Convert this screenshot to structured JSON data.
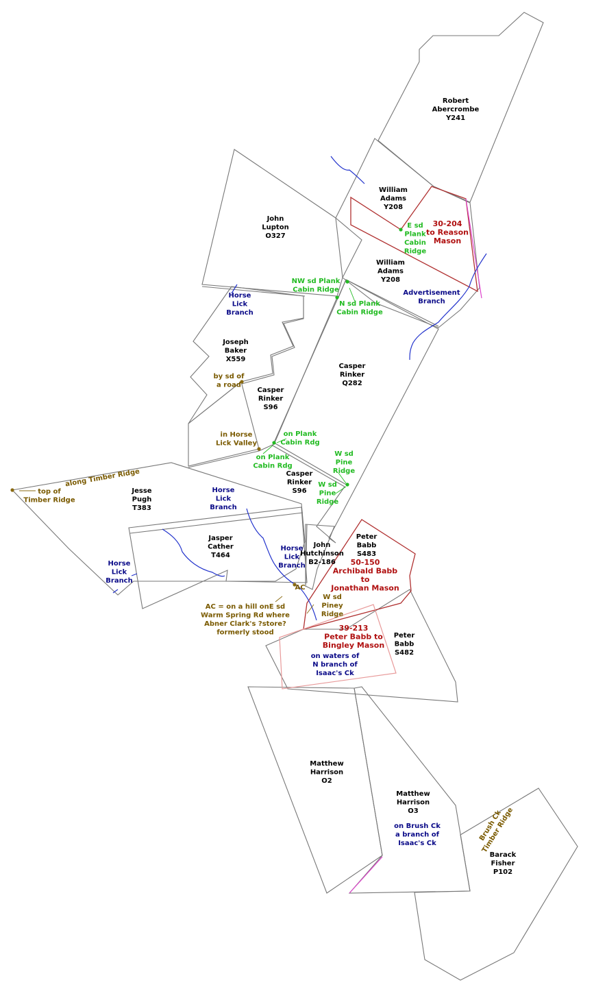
{
  "colors": {
    "boundary": "#777777",
    "deed_red": "#b03030",
    "deed_pink": "#e89a9a",
    "magenta": "#dd44cc",
    "stream": "#2233cc",
    "point_green": "#22bb22",
    "point_brown": "#8a6a10"
  },
  "tracts": [
    {
      "id": "abercrombe",
      "lines": [
        "Robert",
        "Abercrombe",
        "Y241"
      ]
    },
    {
      "id": "adams-1",
      "lines": [
        "William",
        "Adams",
        "Y208"
      ]
    },
    {
      "id": "adams-2",
      "lines": [
        "William",
        "Adams",
        "Y208"
      ]
    },
    {
      "id": "lupton",
      "lines": [
        "John",
        "Lupton",
        "O327"
      ]
    },
    {
      "id": "baker",
      "lines": [
        "Joseph",
        "Baker",
        "X559"
      ]
    },
    {
      "id": "rinker-q282",
      "lines": [
        "Casper",
        "Rinker",
        "Q282"
      ]
    },
    {
      "id": "rinker-s96-a",
      "lines": [
        "Casper",
        "Rinker",
        "S96"
      ]
    },
    {
      "id": "rinker-s96-b",
      "lines": [
        "Casper",
        "Rinker",
        "S96"
      ]
    },
    {
      "id": "pugh",
      "lines": [
        "Jesse",
        "Pugh",
        "T383"
      ]
    },
    {
      "id": "cather",
      "lines": [
        "Jasper",
        "Cather",
        "T464"
      ]
    },
    {
      "id": "hutchinson",
      "lines": [
        "John",
        "Hutchinson",
        "B2-186"
      ]
    },
    {
      "id": "babb-s483",
      "lines": [
        "Peter",
        "Babb",
        "S483"
      ]
    },
    {
      "id": "babb-s482",
      "lines": [
        "Peter",
        "Babb",
        "S482"
      ]
    },
    {
      "id": "harrison-o2",
      "lines": [
        "Matthew",
        "Harrison",
        "O2"
      ]
    },
    {
      "id": "harrison-o3",
      "lines": [
        "Matthew",
        "Harrison",
        "O3"
      ]
    },
    {
      "id": "fisher",
      "lines": [
        "Barack",
        "Fisher",
        "P102"
      ]
    }
  ],
  "deeds": [
    {
      "id": "deed-30-204",
      "lines": [
        "30-204",
        "to Reason",
        "Mason"
      ]
    },
    {
      "id": "deed-50-150",
      "lines": [
        "50-150",
        "Archibald Babb",
        "to",
        "Jonathan Mason"
      ]
    },
    {
      "id": "deed-39-213",
      "lines": [
        "39-213",
        "Peter Babb to",
        "Bingley Mason"
      ]
    }
  ],
  "green_notes": [
    {
      "id": "e-sd-plank",
      "lines": [
        "E sd",
        "Plank",
        "Cabin",
        "Ridge"
      ]
    },
    {
      "id": "nw-sd-plank",
      "lines": [
        "NW sd Plank",
        "Cabin Ridge"
      ]
    },
    {
      "id": "n-sd-plank",
      "lines": [
        "N sd Plank",
        "Cabin Ridge"
      ]
    },
    {
      "id": "on-plank-1",
      "lines": [
        "on Plank",
        "Cabin Rdg"
      ]
    },
    {
      "id": "on-plank-2",
      "lines": [
        "on Plank",
        "Cabin Rdg"
      ]
    },
    {
      "id": "w-sd-pine-1",
      "lines": [
        "W sd",
        "Pine",
        "Ridge"
      ]
    },
    {
      "id": "w-sd-pine-2",
      "lines": [
        "W sd",
        "Pine",
        "Ridge"
      ]
    }
  ],
  "blue_notes": [
    {
      "id": "horse-lick-1",
      "lines": [
        "Horse",
        "Lick",
        "Branch"
      ]
    },
    {
      "id": "advertisement",
      "lines": [
        "Advertisement",
        "Branch"
      ]
    },
    {
      "id": "horse-lick-2",
      "lines": [
        "Horse",
        "Lick",
        "Branch"
      ]
    },
    {
      "id": "horse-lick-3",
      "lines": [
        "Horse",
        "Lick",
        "Branch"
      ]
    },
    {
      "id": "horse-lick-4",
      "lines": [
        "Horse",
        "Lick",
        "Branch"
      ]
    },
    {
      "id": "isaacs-ck",
      "lines": [
        "on waters of",
        "N branch of",
        "Isaac's Ck"
      ]
    },
    {
      "id": "brush-ck",
      "lines": [
        "on Brush Ck",
        "a branch of",
        "Isaac's Ck"
      ]
    }
  ],
  "brown_notes": [
    {
      "id": "road",
      "lines": [
        "by sd of",
        "a road"
      ]
    },
    {
      "id": "valley",
      "lines": [
        "in Horse",
        "Lick Valley"
      ]
    },
    {
      "id": "along-timber",
      "lines": [
        "along Timber Ridge"
      ]
    },
    {
      "id": "top-timber",
      "lines": [
        "top of",
        "Timber Ridge"
      ]
    },
    {
      "id": "ac",
      "lines": [
        "AC"
      ]
    },
    {
      "id": "ac-note",
      "lines": [
        "AC = on a hill onE sd",
        "Warm Spring Rd where",
        "Abner Clark's ?store?",
        "formerly stood"
      ]
    },
    {
      "id": "piney",
      "lines": [
        "W sd",
        "Piney",
        "Ridge"
      ]
    },
    {
      "id": "brush-timber",
      "lines": [
        "Brush Ck",
        "Timber Ridge"
      ]
    }
  ]
}
